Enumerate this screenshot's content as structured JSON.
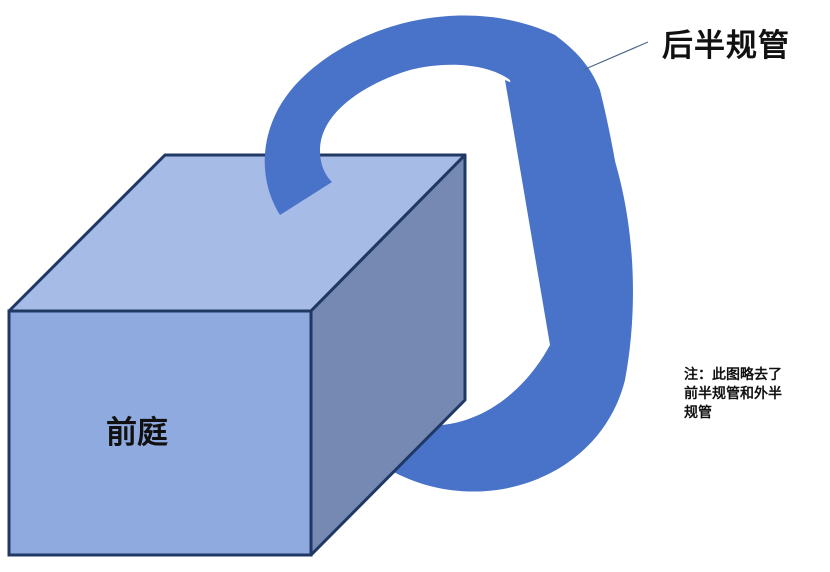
{
  "diagram": {
    "canal_label": "后半规管",
    "vestibule_label": "前庭",
    "note": "注：此图略去了前半规管和外半规管"
  },
  "colors": {
    "canal": "#4873c8",
    "cube_front": "#8faadf",
    "cube_top": "#a6bbe5",
    "cube_side": "#7689b3",
    "cube_outline": "#1f3864",
    "leader_line": "#4a6a8a"
  }
}
